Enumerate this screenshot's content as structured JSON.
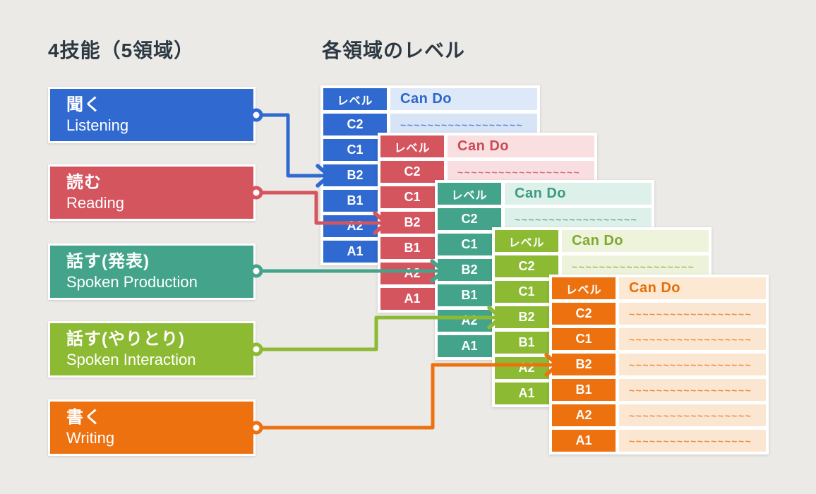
{
  "page": {
    "background": "#eceae7",
    "title_color": "#2c3842"
  },
  "titles": {
    "left": "4技能（5領域）",
    "right": "各領域のレベル"
  },
  "table": {
    "level_header": "レベル",
    "cando_header": "Can Do",
    "levels": [
      "C2",
      "C1",
      "B2",
      "B1",
      "A2",
      "A1"
    ],
    "squiggle": "~~~~~~~~~~~~~~~~~~"
  },
  "skills": [
    {
      "id": "listening",
      "ja": "聞く",
      "en": "Listening",
      "color": "#3069cf",
      "tint_header": "#dde8f8",
      "tint_row": "#cedef5",
      "text_color": "#2c67c8"
    },
    {
      "id": "reading",
      "ja": "読む",
      "en": "Reading",
      "color": "#d5555f",
      "tint_header": "#fadfe1",
      "tint_row": "#f8d7da",
      "text_color": "#ca4a55"
    },
    {
      "id": "spoken-production",
      "ja": "話す(発表)",
      "en": "Spoken Production",
      "color": "#44a48b",
      "tint_header": "#ddf1ea",
      "tint_row": "#d5eee5",
      "text_color": "#3a9b81"
    },
    {
      "id": "spoken-interaction",
      "ja": "話す(やりとり)",
      "en": "Spoken Interaction",
      "color": "#8cba33",
      "tint_header": "#eef3db",
      "tint_row": "#e9f0d3",
      "text_color": "#7da92d"
    },
    {
      "id": "writing",
      "ja": "書く",
      "en": "Writing",
      "color": "#ee7110",
      "tint_header": "#fce8d3",
      "tint_row": "#fbe1c7",
      "text_color": "#e56e09"
    }
  ]
}
